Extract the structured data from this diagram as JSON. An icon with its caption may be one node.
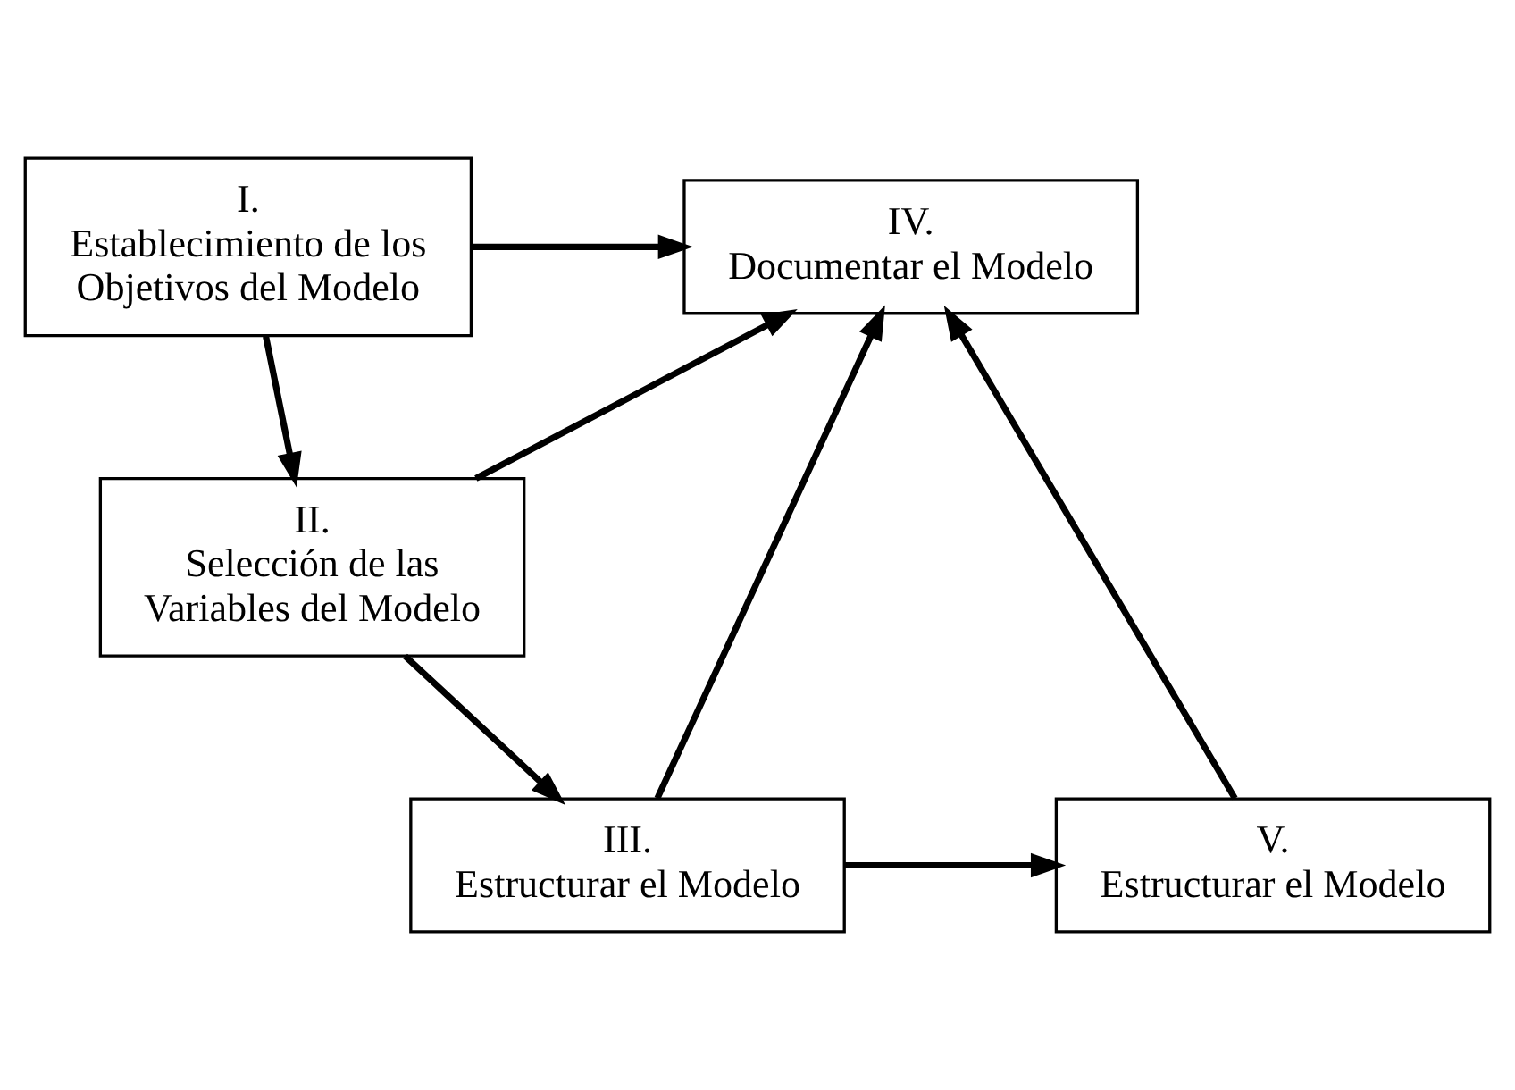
{
  "diagram": {
    "nodes": [
      {
        "text": [
          "I.",
          "Establecimiento de los Objetivos del Modelo"
        ]
      },
      {
        "text": [
          "IV.",
          "Documentar el Modelo"
        ]
      },
      {
        "text": [
          "II.",
          "Selección de las Variables del Modelo"
        ]
      },
      {
        "text": [
          "III.",
          "Estructurar el Modelo"
        ]
      },
      {
        "text": [
          "V.",
          "Estructurar el Modelo"
        ]
      }
    ],
    "edges": [
      {
        "from": 0,
        "to": 1,
        "arrow": "to"
      },
      {
        "from": 0,
        "to": 2,
        "arrow": "to"
      },
      {
        "from": 2,
        "to": 1,
        "arrow": "to"
      },
      {
        "from": 2,
        "to": 3,
        "arrow": "to"
      },
      {
        "from": 3,
        "to": 1,
        "arrow": "to"
      },
      {
        "from": 3,
        "to": 4,
        "arrow": "to"
      },
      {
        "from": 4,
        "to": 1,
        "arrow": "to"
      }
    ]
  }
}
